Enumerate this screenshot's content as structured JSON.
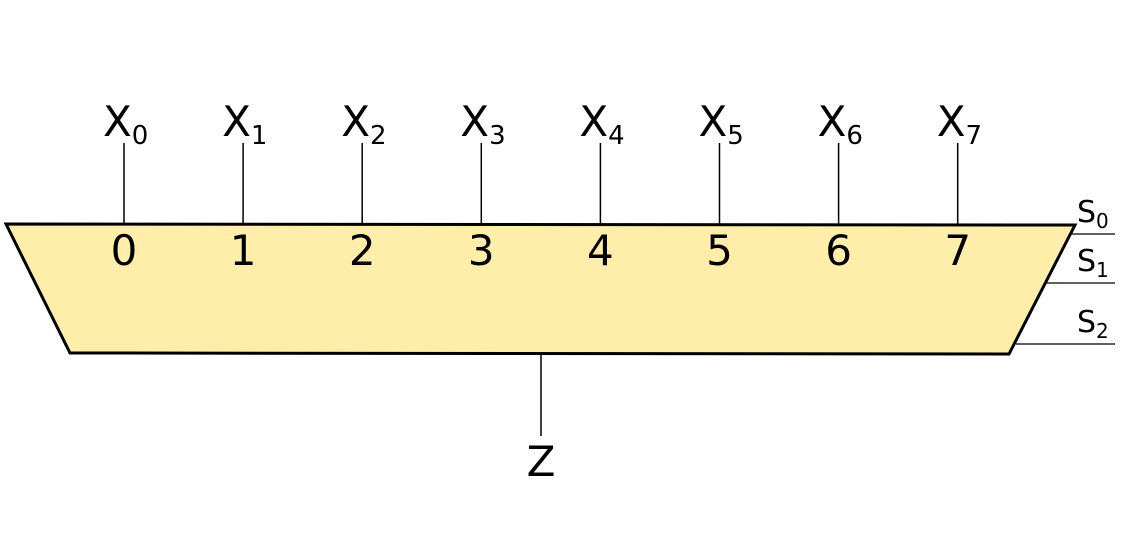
{
  "colors": {
    "body_fill": "#ffeeaa",
    "stroke": "#000000",
    "background": "#ffffff"
  },
  "inputs": [
    {
      "name": "X",
      "sub": "0",
      "port": "0"
    },
    {
      "name": "X",
      "sub": "1",
      "port": "1"
    },
    {
      "name": "X",
      "sub": "2",
      "port": "2"
    },
    {
      "name": "X",
      "sub": "3",
      "port": "3"
    },
    {
      "name": "X",
      "sub": "4",
      "port": "4"
    },
    {
      "name": "X",
      "sub": "5",
      "port": "5"
    },
    {
      "name": "X",
      "sub": "6",
      "port": "6"
    },
    {
      "name": "X",
      "sub": "7",
      "port": "7"
    }
  ],
  "selects": [
    {
      "name": "S",
      "sub": "0"
    },
    {
      "name": "S",
      "sub": "1"
    },
    {
      "name": "S",
      "sub": "2"
    }
  ],
  "output": {
    "name": "Z"
  }
}
